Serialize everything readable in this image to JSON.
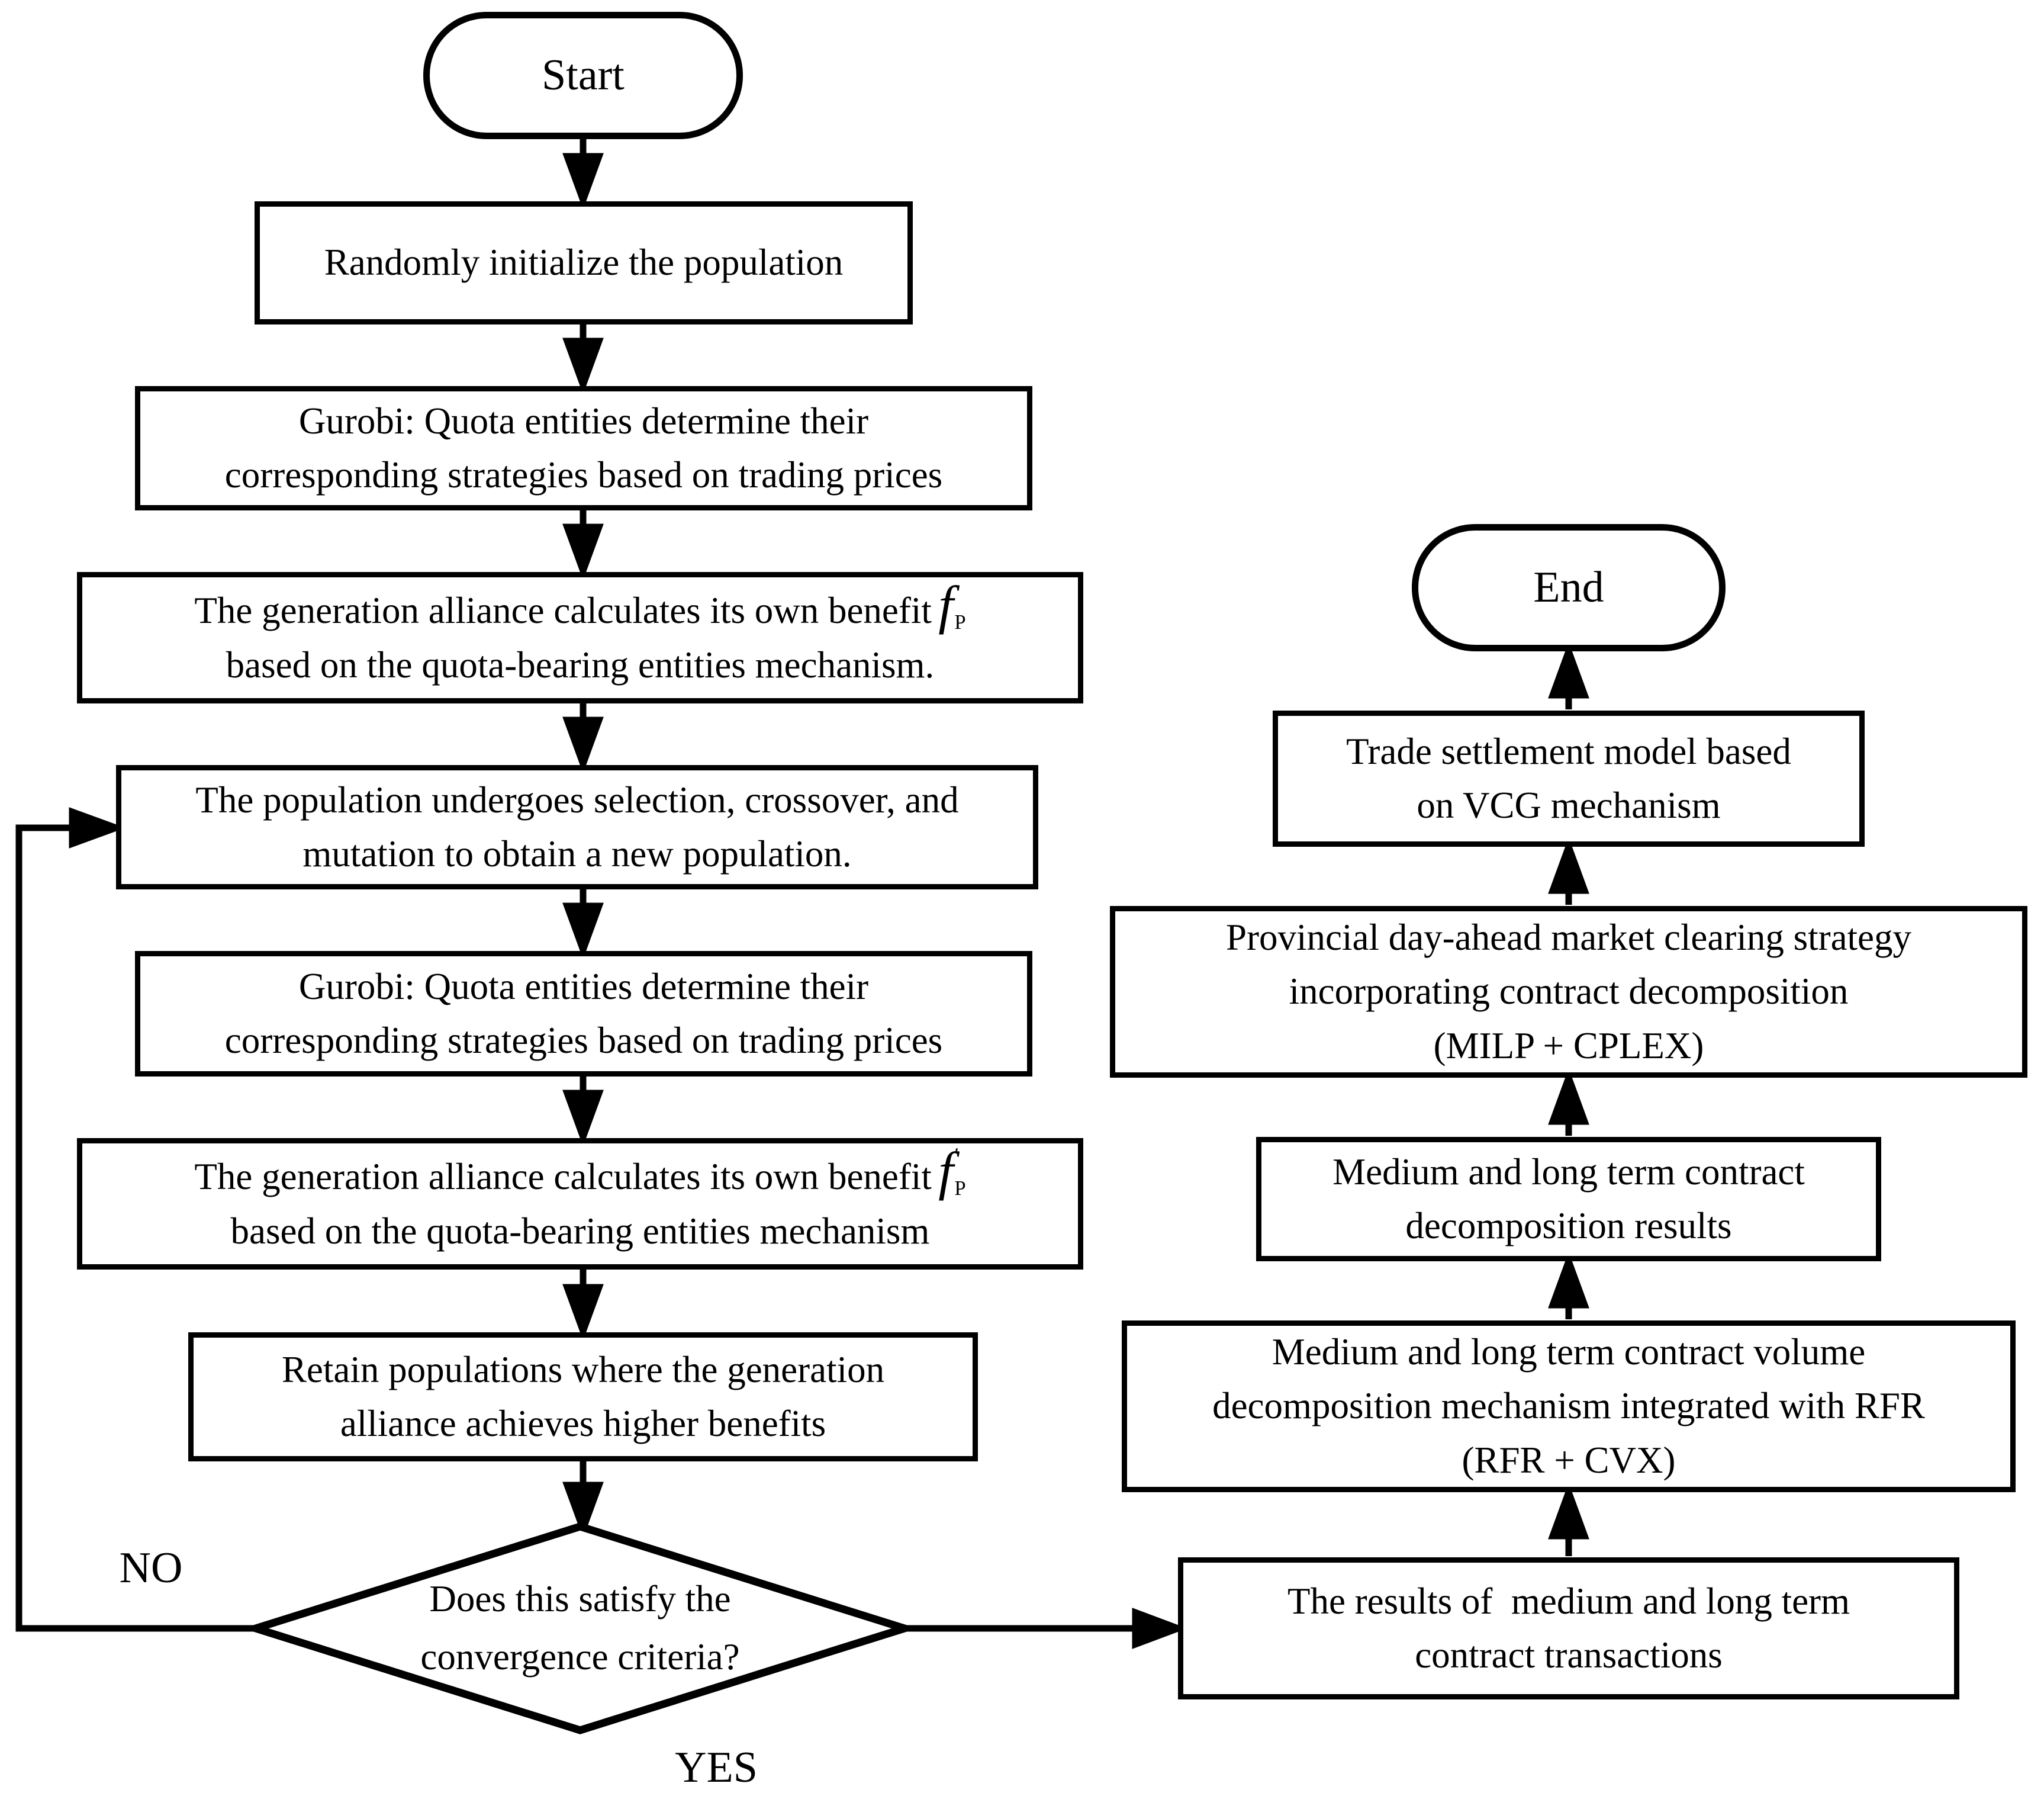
{
  "colors": {
    "ink": "#000000",
    "paper": "#ffffff"
  },
  "nodes": {
    "start": {
      "label": "Start"
    },
    "init": {
      "line1": "Randomly initialize the population"
    },
    "gurobi1": {
      "line1": "Gurobi: Quota entities determine their",
      "line2": "corresponding strategies based on trading prices"
    },
    "benefit1": {
      "line1": "The generation alliance calculates its own benefit",
      "f_symbol": "f",
      "f_subscript": "P",
      "f_prime": "",
      "line2": "based on the quota-bearing entities mechanism."
    },
    "evolve": {
      "line1": "The population undergoes selection, crossover, and",
      "line2": "mutation to obtain a new population."
    },
    "gurobi2": {
      "line1": "Gurobi: Quota entities determine their",
      "line2": "corresponding strategies based on trading prices"
    },
    "benefit2": {
      "line1": "The generation alliance calculates its own benefit",
      "f_symbol": "f",
      "f_subscript": "P",
      "f_prime": "′",
      "line2": "based on the quota-bearing entities mechanism"
    },
    "retain": {
      "line1": "Retain populations where the generation",
      "line2": "alliance achieves higher benefits"
    },
    "decision": {
      "line1": "Does this satisfy the",
      "line2": "convergence criteria?"
    },
    "no_label": "NO",
    "yes_label": "YES",
    "results": {
      "line1": "The results of  medium and long term",
      "line2": "contract transactions"
    },
    "volume": {
      "line1": "Medium and long term contract volume",
      "line2": "decomposition mechanism integrated with RFR",
      "line3": "(RFR + CVX)"
    },
    "decomp_results": {
      "line1": "Medium and long term contract",
      "line2": "decomposition results"
    },
    "clearing": {
      "line1": "Provincial day-ahead market clearing strategy",
      "line2": "incorporating contract decomposition",
      "line3": "(MILP + CPLEX)"
    },
    "settlement": {
      "line1": "Trade settlement model based",
      "line2": "on VCG mechanism"
    },
    "end": {
      "label": "End"
    }
  }
}
